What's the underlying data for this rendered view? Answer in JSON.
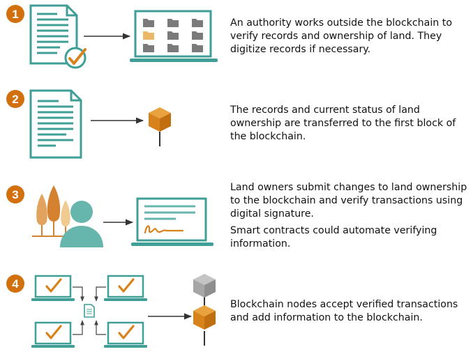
{
  "steps": [
    {
      "number": "1",
      "text": [
        "An authority works outside the blockchain to verify records and ownership of land. They digitize records if necessary."
      ],
      "icons": [
        "document-icon",
        "checkmark-badge-icon",
        "arrow-icon",
        "laptop-folders-icon"
      ]
    },
    {
      "number": "2",
      "text": [
        "The records and current status of land ownership are transferred to the first block of the blockchain."
      ],
      "icons": [
        "document-icon",
        "arrow-icon",
        "block-cube-icon"
      ]
    },
    {
      "number": "3",
      "text": [
        "Land owners submit changes to land ownership to the blockchain and verify transactions using digital signature.",
        "Smart contracts could automate verifying information."
      ],
      "icons": [
        "trees-icon",
        "person-icon",
        "arrow-icon",
        "laptop-signature-icon"
      ]
    },
    {
      "number": "4",
      "text": [
        "Blockchain nodes accept verified transactions and add information to the blockchain."
      ],
      "icons": [
        "laptop-check-icon",
        "transaction-document-icon",
        "arrow-icon",
        "blockchain-cubes-icon"
      ]
    }
  ],
  "colors": {
    "badge_orange": "#d2700e",
    "teal": "#3f9e96",
    "teal_light": "#66b6ae",
    "cube_orange": "#d8821b",
    "cube_gray": "#a6a6a6",
    "folder_gray": "#7a7a7a",
    "folder_highlight": "#eab867",
    "tree_dark": "#d4822f",
    "tree_mid": "#e2a35e",
    "tree_light": "#f0cb91",
    "arrow": "#333333"
  }
}
